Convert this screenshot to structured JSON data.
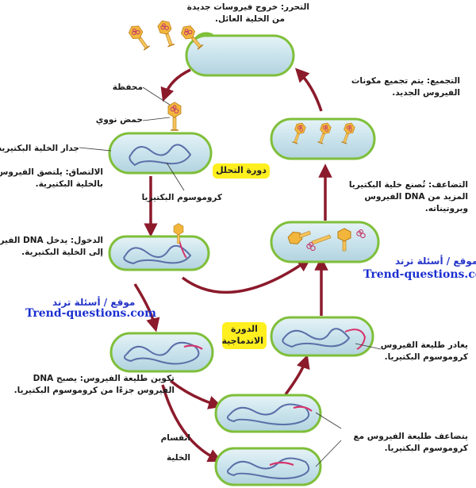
{
  "labels": {
    "release": [
      "التحرر: خروج فيروسات جديدة",
      "من الخلية العائل."
    ],
    "capsid": "محفظة",
    "nucleic_acid": "حمض نووي",
    "cell_wall": "جدار الخلية البكتيرية",
    "attachment": [
      "الالتصاق: يلتصق الفيروس",
      "بالخلية البكتيرية."
    ],
    "bacterial_chromosome": "كروموسوم البكتيريا",
    "entry": [
      "الدخول: يدخل DNA الفيروس",
      "إلى الخلية البكتيرية."
    ],
    "assembly": [
      "التجميع: يتم تجميع مكونات",
      "الفيروس الجديد."
    ],
    "replication": [
      "التضاعف: تُصنع خلية البكتيريا",
      "المزيد من DNA الفيروس",
      "وبروتيناته."
    ],
    "provirus_forms": [
      "تكوين طليعة الفيروس: يصبح DNA",
      "الفيروس جزءًا من كروموسوم البكتيريا."
    ],
    "provirus_leaves": [
      "يغادر طليعة الفيروس",
      "كروموسوم البكتيريا."
    ],
    "cell_division": [
      "انقسام",
      "الخلية"
    ],
    "provirus_replicates": [
      "يتضاعف طليعة الفيروس مع",
      "كروموسوم البكتيريا."
    ]
  },
  "cycles": {
    "lytic": "دورة التحلل",
    "lysogenic": [
      "الدورة",
      "الاندماجية"
    ]
  },
  "watermarks": {
    "ar": "موقع / أسئلة ترند",
    "en": "Trend-questions.com"
  },
  "colors": {
    "arrow": "#8b1a2b",
    "cell_fill": "#cfe6ef",
    "cell_border": "#7fbf3a",
    "chromosome": "#5a6fa8",
    "viral_dna": "#d6336c",
    "phage_head": "#f2b63c",
    "highlight": "#ffef1f",
    "watermark": "#1a2fd0"
  }
}
